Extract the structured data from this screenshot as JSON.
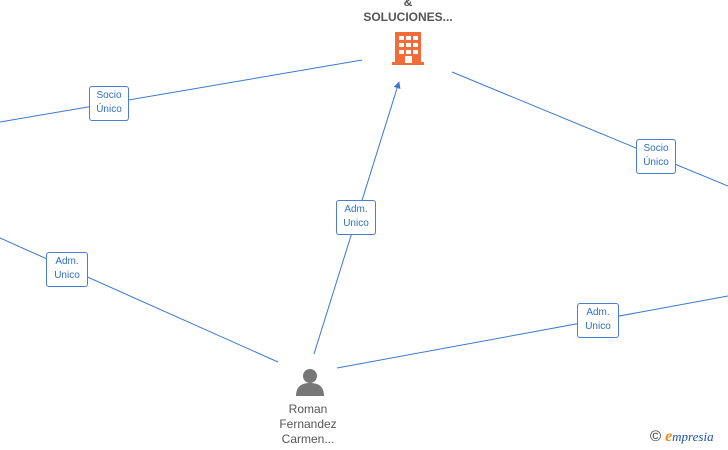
{
  "company": {
    "label_line1": "&",
    "label_line2": "SOLUCIONES...",
    "icon": "building-icon",
    "color": "#f26b38"
  },
  "person": {
    "label_line1": "Roman",
    "label_line2": "Fernandez",
    "label_line3": "Carmen...",
    "icon": "person-icon",
    "color": "#777777"
  },
  "edges": [
    {
      "line1": "Socio",
      "line2": "Único"
    },
    {
      "line1": "Socio",
      "line2": "Único"
    },
    {
      "line1": "Adm.",
      "line2": "Unico"
    },
    {
      "line1": "Adm.",
      "line2": "Unico"
    },
    {
      "line1": "Adm.",
      "line2": "Unico"
    }
  ],
  "brand": {
    "copyright": "©",
    "first_letter": "e",
    "rest": "mpresia",
    "accent": "#f08a1c"
  },
  "edge_color": "#3a78cf"
}
